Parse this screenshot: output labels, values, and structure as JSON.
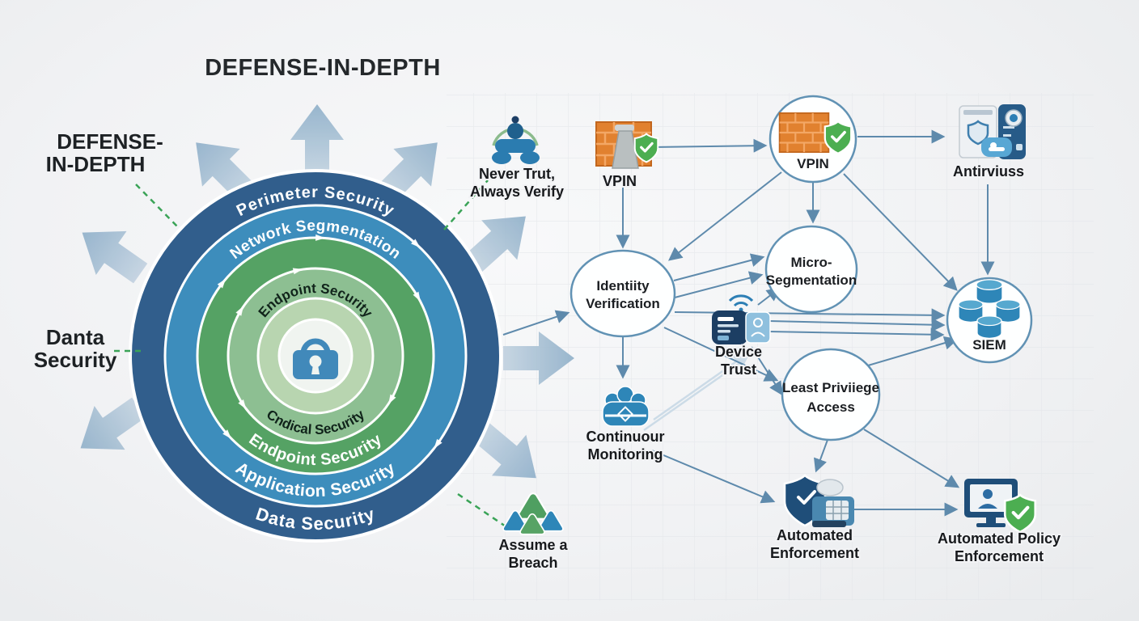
{
  "title": "DEFENSE-IN-DEPTH",
  "side_label": {
    "line1": "DEFENSE-",
    "line2": "IN-DEPTH"
  },
  "data_security_label": {
    "line1": "Danta",
    "line2": "Security"
  },
  "rings": {
    "perimeter": "Perimeter Security",
    "network": "Network Segmentation",
    "endpoint_outer": "Endpoint Security",
    "endpoint_inner": "Endpoint Security",
    "critical": "Cndical Security",
    "application": "Application Security",
    "data": "Data Security"
  },
  "nodes": {
    "never_trust": {
      "line1": "Never Trut,",
      "line2": "Always Verify"
    },
    "firewall": {
      "label": "VPIN"
    },
    "vpn": {
      "label": "VPIN"
    },
    "antivirus": {
      "label": "Antirviuss"
    },
    "identity_verification": {
      "line1": "Identiity",
      "line2": "Verification"
    },
    "micro_segmentation": {
      "line1": "Micro-",
      "line2": "Segmentation"
    },
    "device_trust": {
      "line1": "Device",
      "line2": "Trust"
    },
    "siem": {
      "label": "SIEM"
    },
    "continuous_monitoring": {
      "line1": "Continuour",
      "line2": "Monitoring"
    },
    "least_privilege": {
      "line1": "Least Priviiege",
      "line2": "Access"
    },
    "automated_enforcement": {
      "line1": "Automated",
      "line2": "Enforcement"
    },
    "automated_policy": {
      "line1": "Automated Policy",
      "line2": "Enforcement"
    },
    "assume_breach": {
      "line1": "Assume a",
      "line2": "Breach"
    }
  },
  "icons": {
    "never_trust": "person-silhouette-icon",
    "firewall": "brick-wall-shield-icon",
    "vpn": "brick-wall-shield-icon",
    "antivirus": "shield-card-phone-icon",
    "device_trust": "device-wifi-icon",
    "siem": "database-cluster-icon",
    "continuous_monitoring": "monitoring-figures-icon",
    "automated_enforcement": "shield-robot-icon",
    "automated_policy": "monitor-shield-icon",
    "assume_breach": "triangle-cluster-icon",
    "core": "padlock-icon"
  },
  "colors": {
    "ring_outer": "#315e8c",
    "ring_network": "#3d8dbc",
    "ring_endpoint": "#55a264",
    "ring_inner_light": "#8dbf92",
    "ring_core": "#b8d5b0",
    "big_arrow": "#a9c2d6",
    "connector": "#5e8aac",
    "dashed_green": "#3aa357",
    "brick_orange": "#e1812f",
    "shield_green": "#4cae51",
    "icon_blue": "#2e86b8",
    "icon_navy": "#1f4e79",
    "text_dark": "#1c2023",
    "background": "#f1f2f4"
  }
}
